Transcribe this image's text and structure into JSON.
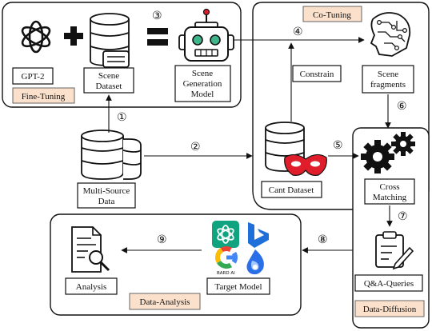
{
  "labels": {
    "gpt2": "GPT-2",
    "fine_tuning": "Fine-Tuning",
    "scene_dataset_1": "Scene",
    "scene_dataset_2": "Dataset",
    "scene_gen_1": "Scene",
    "scene_gen_2": "Generation",
    "scene_gen_3": "Model",
    "co_tuning": "Co-Tuning",
    "constrain": "Constrain",
    "scene_frag_1": "Scene",
    "scene_frag_2": "fragments",
    "multi_source_1": "Multi-Source",
    "multi_source_2": "Data",
    "cant_dataset": "Cant Dataset",
    "cross_1": "Cross",
    "cross_2": "Matching",
    "qa": "Q&A-Queries",
    "data_diffusion": "Data-Diffusion",
    "analysis": "Analysis",
    "data_analysis": "Data-Analysis",
    "target_model": "Target Model",
    "bard_ai": "BARD AI"
  },
  "steps": {
    "s1": "①",
    "s2": "②",
    "s3": "③",
    "s4": "④",
    "s5": "⑤",
    "s6": "⑥",
    "s7": "⑦",
    "s8": "⑧",
    "s9": "⑨"
  },
  "colors": {
    "tag_fill": "#fbe1cc",
    "mask_red": "#e01e2b",
    "robot_green": "#3fb58a",
    "gpt_teal": "#10a37f",
    "bing_blue": "#1e6fd9"
  },
  "icons": {
    "openai": "openai-logo-icon",
    "plus": "plus-icon",
    "equals": "equals-icon",
    "database": "database-icon",
    "robot": "robot-icon",
    "circuit": "circuit-head-icon",
    "mask": "mask-icon",
    "gears": "gears-icon",
    "clipboard": "clipboard-icon",
    "report": "report-search-icon",
    "chatgpt": "chatgpt-icon",
    "bing": "bing-icon",
    "google": "google-icon",
    "ernie": "ernie-bot-icon"
  }
}
